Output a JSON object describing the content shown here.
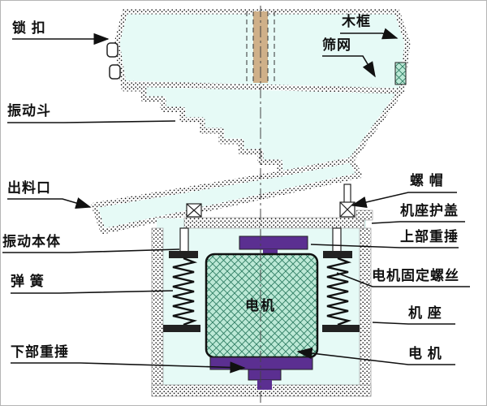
{
  "diagram": {
    "labels": {
      "lock_buckle": "锁 扣",
      "wood_frame": "木框",
      "sieve_mesh": "筛网",
      "vibration_hopper": "振动斗",
      "discharge_outlet": "出料口",
      "vibration_body": "振动本体",
      "spring": "弹 簧",
      "lower_weight": "下部重捶",
      "nut": "螺 帽",
      "base_cover": "机座护盖",
      "upper_weight": "上部重捶",
      "motor_fixing_screw": "电机固定螺丝",
      "machine_base": "机 座",
      "motor": "电 机",
      "motor_body_text": "电机"
    },
    "colors": {
      "interior_fill": "#e6faf6",
      "motor_fill": "#bce9d6",
      "motor_hatch": "#2f7d63",
      "weight_purple": "#5b2f91",
      "center_strip_tan": "#cfb089",
      "line_black": "#111111"
    }
  }
}
